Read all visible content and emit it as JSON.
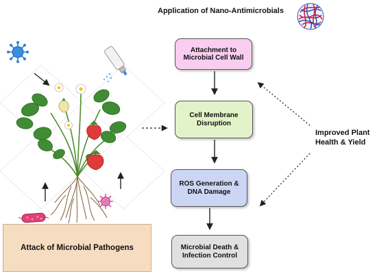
{
  "title": "Application of Nano-Antimicrobials",
  "steps": [
    {
      "label": "Attachment to Microbial Cell Wall",
      "color": "#f8cdf0"
    },
    {
      "label": "Cell Membrane Disruption",
      "color": "#e3f3c9"
    },
    {
      "label": "ROS Generation & DNA Damage",
      "color": "#ccd5f4"
    },
    {
      "label": "Microbial Death & Infection Control",
      "color": "#e0e0e0"
    }
  ],
  "outcome": "Improved Plant Health & Yield",
  "soil_label": "Attack of Microbial Pathogens",
  "icons": [
    "virus-icon",
    "spray-bottle-icon",
    "nanoparticle-icon",
    "bacterium-icon",
    "fungal-spore-icon",
    "strawberry-plant-icon"
  ]
}
